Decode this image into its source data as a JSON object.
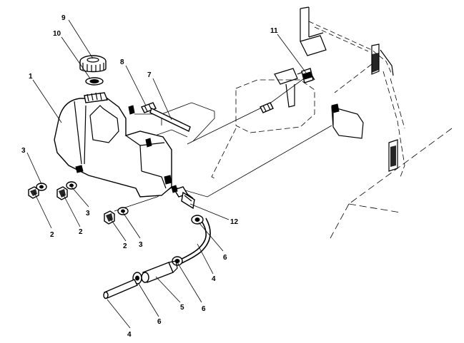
{
  "diagram": {
    "callouts": {
      "c1": "1",
      "c2a": "2",
      "c2b": "2",
      "c2c": "2",
      "c3a": "3",
      "c3b": "3",
      "c3c": "3",
      "c4a": "4",
      "c4b": "4",
      "c5": "5",
      "c6a": "6",
      "c6b": "6",
      "c6c": "6",
      "c7": "7",
      "c8": "8",
      "c9": "9",
      "c10": "10",
      "c11": "11",
      "c12": "12"
    }
  }
}
